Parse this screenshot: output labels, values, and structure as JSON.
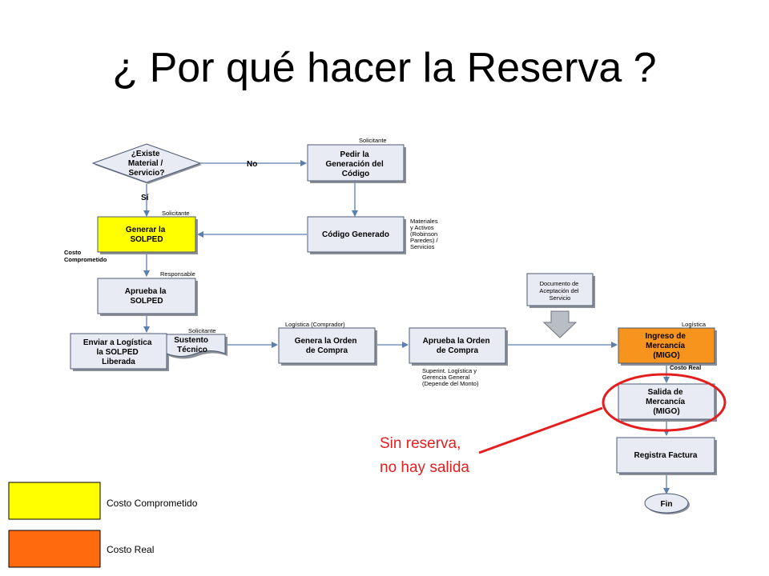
{
  "title": "¿ Por qué hacer la Reserva ?",
  "colors": {
    "committed_cost": "#ffff00",
    "real_cost": "#ff6a0f",
    "orange_box": "#f7941d",
    "callout_red": "#e41e1e"
  },
  "nodes": {
    "existe": [
      "¿Existe",
      "Material /",
      "Servicio?"
    ],
    "pedir": [
      "Pedir la",
      "Generación del",
      "Código"
    ],
    "generar": [
      "Generar la",
      "SOLPED"
    ],
    "codigo": [
      "Código Generado"
    ],
    "aprueba_solped": [
      "Aprueba la",
      "SOLPED"
    ],
    "enviar": [
      "Enviar a Logística",
      "la SOLPED",
      "Liberada"
    ],
    "sustento": [
      "Sustento",
      "Técnico"
    ],
    "genera_oc": [
      "Genera la Orden",
      "de Compra"
    ],
    "aprueba_oc": [
      "Aprueba la Orden",
      "de Compra"
    ],
    "documento": [
      "Documento de",
      "Aceptación del",
      "Servicio"
    ],
    "ingreso": [
      "Ingreso de",
      "Mercancía",
      "(MIGO)"
    ],
    "salida": [
      "Salida de",
      "Mercancía",
      "(MIGO)"
    ],
    "factura": [
      "Registra Factura"
    ],
    "fin": [
      "Fin"
    ]
  },
  "edge_labels": {
    "no": "No",
    "si": "Sí"
  },
  "lane_labels": {
    "solicitante_1": "Solicitante",
    "solicitante_2": "Solicitante",
    "solicitante_3": "Solicitante",
    "responsable": "Responsable",
    "logistica_comprador": "Logística (Comprador)",
    "logistica": "Logística",
    "costo_comprometido": [
      "Costo",
      "Comprometido"
    ],
    "costo_real": "Costo Real",
    "materiales": [
      "Materiales",
      "y Activos",
      "(Robinson",
      "Paredes) /",
      "Servicios"
    ],
    "superint": [
      "Superint. Logística y",
      "Gerencia General",
      "(Depende del Monto)"
    ]
  },
  "legend": [
    {
      "label": "Costo Comprometido",
      "color": "#ffff00"
    },
    {
      "label": "Costo Real",
      "color": "#ff6a0f"
    }
  ],
  "callout": [
    "Sin reserva,",
    "no hay salida"
  ]
}
